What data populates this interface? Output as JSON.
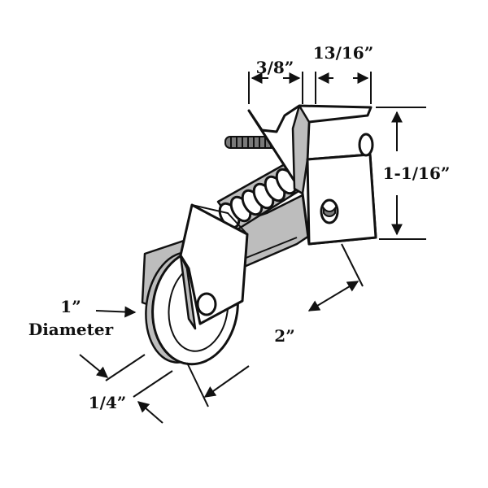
{
  "dimensions": {
    "slot_width": "3/8”",
    "top_width": "13/16”",
    "height": "1-1/16”",
    "wheel_diameter_value": "1”",
    "wheel_diameter_label": "Diameter",
    "length": "2”",
    "wheel_thickness": "1/4”"
  },
  "colors": {
    "line": "#111111",
    "shade": "#bdbdbd",
    "background": "#ffffff"
  }
}
